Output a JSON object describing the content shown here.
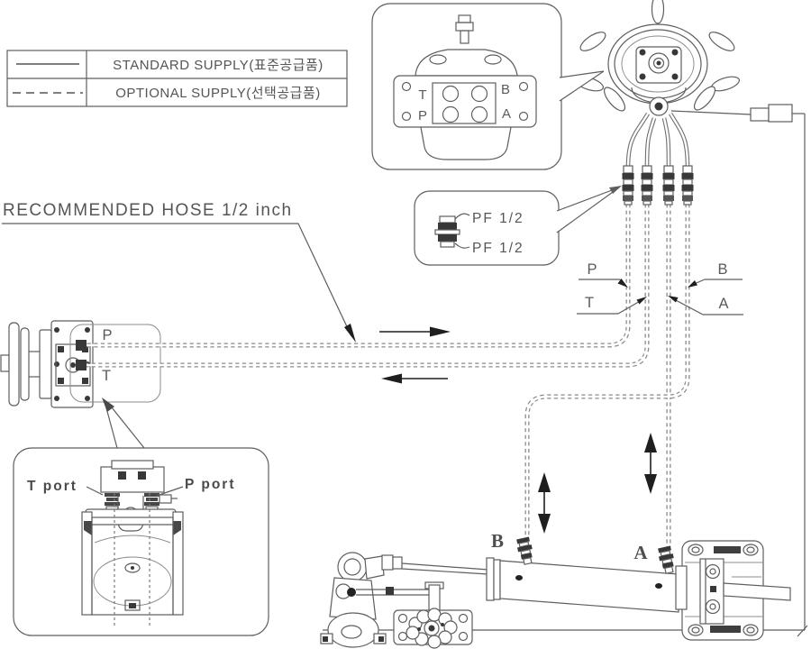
{
  "legend": {
    "standard": {
      "label": "STANDARD SUPPLY(표준공급품)",
      "style": "solid"
    },
    "optional": {
      "label": "OPTIONAL SUPPLY(선택공급품)",
      "style": "dashed"
    }
  },
  "annotations": {
    "recommended_hose": "RECOMMENDED HOSE 1/2 inch",
    "pf_upper": "PF 1/2",
    "pf_lower": "PF 1/2"
  },
  "helm_callout_ports": {
    "t": "T",
    "b": "B",
    "p": "P",
    "a": "A"
  },
  "line_labels": {
    "p": "P",
    "t": "T",
    "b": "B",
    "a": "A"
  },
  "pump_ports": {
    "p": "P",
    "t": "T"
  },
  "pump_callout": {
    "t_port": "T port",
    "p_port": "P port"
  },
  "cylinder_ports": {
    "b": "B",
    "a": "A"
  },
  "colors": {
    "line": "#5e5e5e",
    "hose": "#8a8a8a",
    "dark": "#2f2f2f",
    "text": "#555555"
  }
}
